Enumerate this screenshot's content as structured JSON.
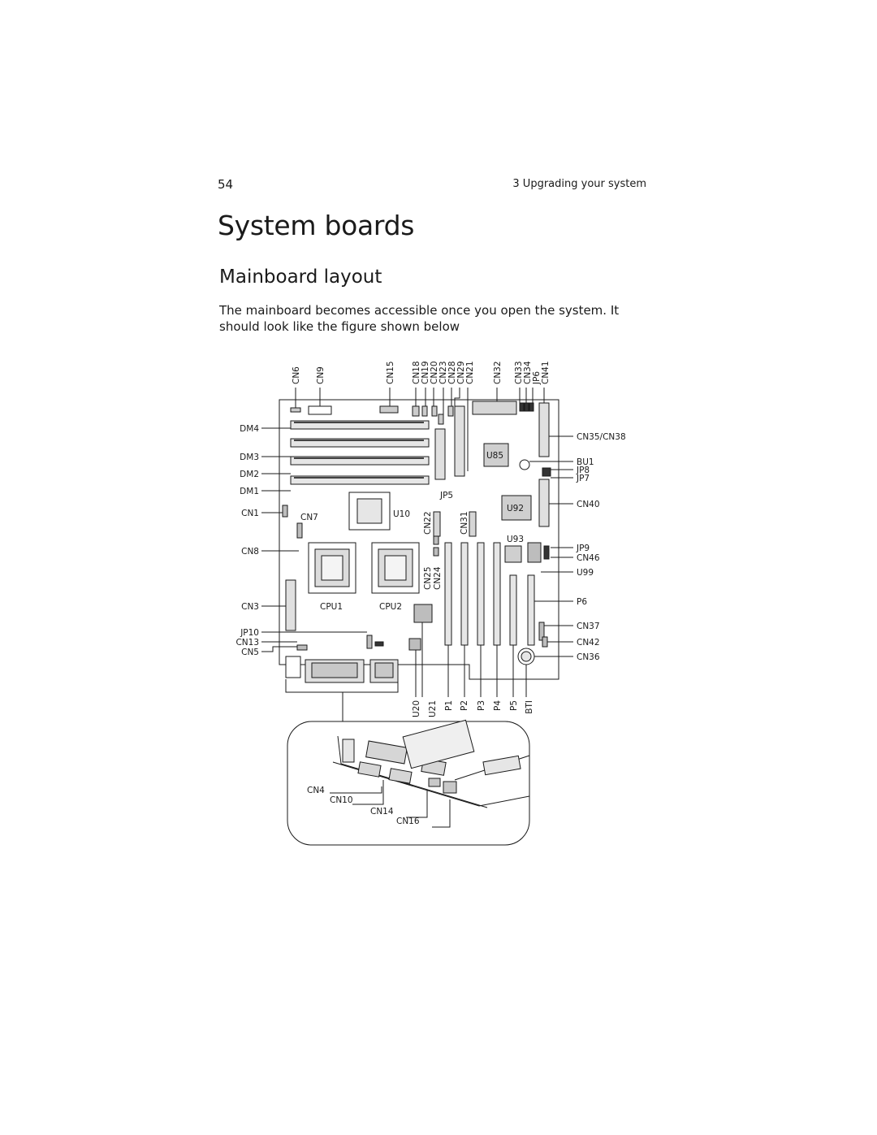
{
  "header": {
    "page_number": "54",
    "chapter": "3 Upgrading your system"
  },
  "title": "System boards",
  "subtitle": "Mainboard layout",
  "body": "The mainboard becomes accessible once you open the system.  It should look like the figure shown below",
  "figure": {
    "top_labels": [
      "CN6",
      "CN9",
      "CN15",
      "CN18",
      "CN19",
      "CN20",
      "CN23",
      "CN28",
      "CN29",
      "CN21",
      "CN32",
      "CN33",
      "CN34",
      "JP6",
      "CN41"
    ],
    "left_labels": [
      "DM4",
      "DM3",
      "DM2",
      "DM1",
      "CN1",
      "CN8",
      "CN3",
      "JP10",
      "CN13",
      "CN5"
    ],
    "right_labels": [
      "CN35/CN38",
      "BU1",
      "JP8",
      "JP7",
      "CN40",
      "JP9",
      "CN46",
      "U99",
      "P6",
      "CN37",
      "CN42",
      "CN36"
    ],
    "bottom_labels": [
      "U20",
      "U21",
      "P1",
      "P2",
      "P3",
      "P4",
      "P5",
      "BTI"
    ],
    "inner_labels": {
      "cn7": "CN7",
      "u10": "U10",
      "jp5": "JP5",
      "u85": "U85",
      "u92": "U92",
      "u93": "U93",
      "cn22": "CN22",
      "cn31": "CN31",
      "cn25": "CN25",
      "cn24": "CN24",
      "cpu1": "CPU1",
      "cpu2": "CPU2"
    },
    "inset_labels": [
      "CN4",
      "CN10",
      "CN14",
      "CN16"
    ]
  }
}
